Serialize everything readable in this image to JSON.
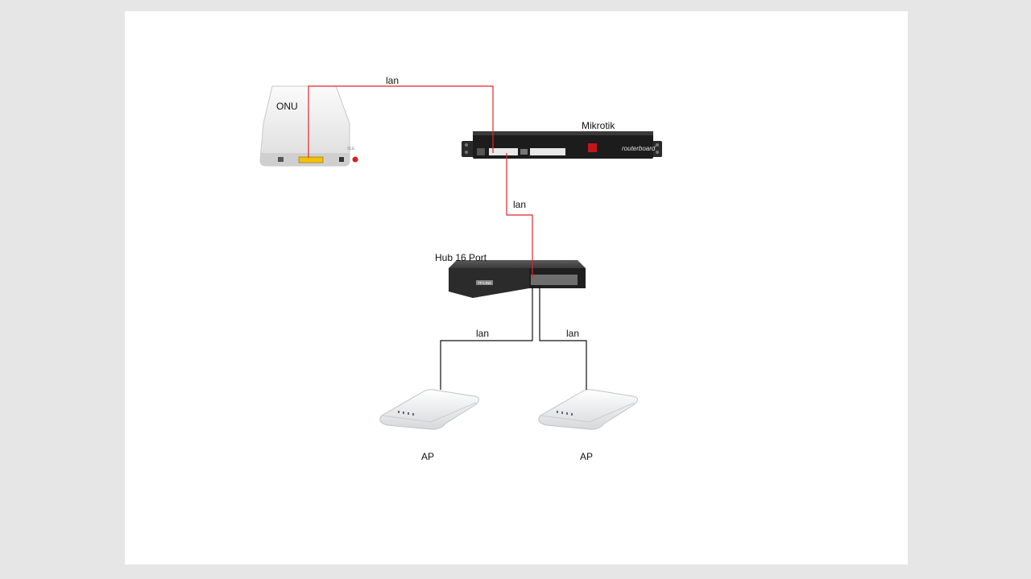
{
  "devices": {
    "onu": {
      "label": "ONU",
      "badge": "SLE"
    },
    "mikrotik": {
      "label": "Mikrotik",
      "brand": "routerboard"
    },
    "hub": {
      "label": "Hub 16 Port",
      "brand": "TP-LINK"
    },
    "ap_left": {
      "label": "AP"
    },
    "ap_right": {
      "label": "AP"
    }
  },
  "links": {
    "onu_to_mikrotik": {
      "label": "lan",
      "color": "#e0262c"
    },
    "mikrotik_to_hub": {
      "label": "lan",
      "color": "#e0262c"
    },
    "hub_to_ap_left": {
      "label": "lan",
      "color": "#111111"
    },
    "hub_to_ap_right": {
      "label": "lan",
      "color": "#111111"
    }
  }
}
